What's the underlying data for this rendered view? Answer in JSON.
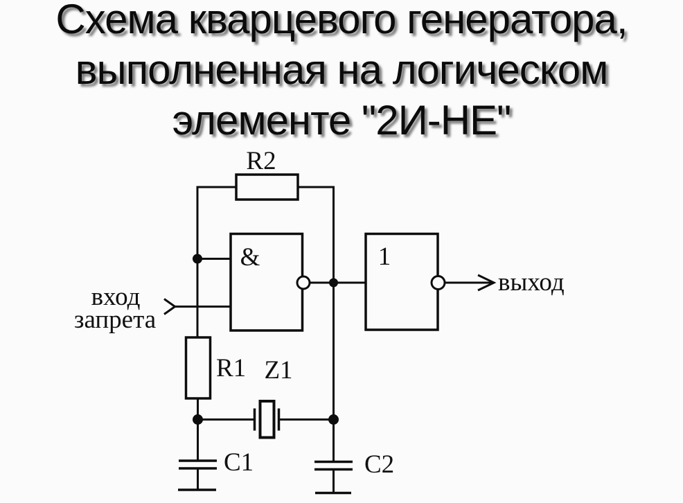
{
  "title": {
    "line1": "Схема кварцевого генератора,",
    "line2": "выполненная на логическом",
    "line3": "элементе \"2И-НЕ\""
  },
  "circuit": {
    "components": {
      "feedback_resistor": "R2",
      "series_resistor": "R1",
      "crystal": "Z1",
      "capacitor_left": "C1",
      "capacitor_right": "C2"
    },
    "gates": {
      "nand_symbol": "&",
      "inverter_symbol": "1"
    },
    "ports": {
      "input_label_line1": "вход",
      "input_label_line2": "запрета",
      "output_label": "выход"
    },
    "colors": {
      "line": "#0d0d0d",
      "background": "#fbfbfb",
      "text": "#111111"
    }
  }
}
